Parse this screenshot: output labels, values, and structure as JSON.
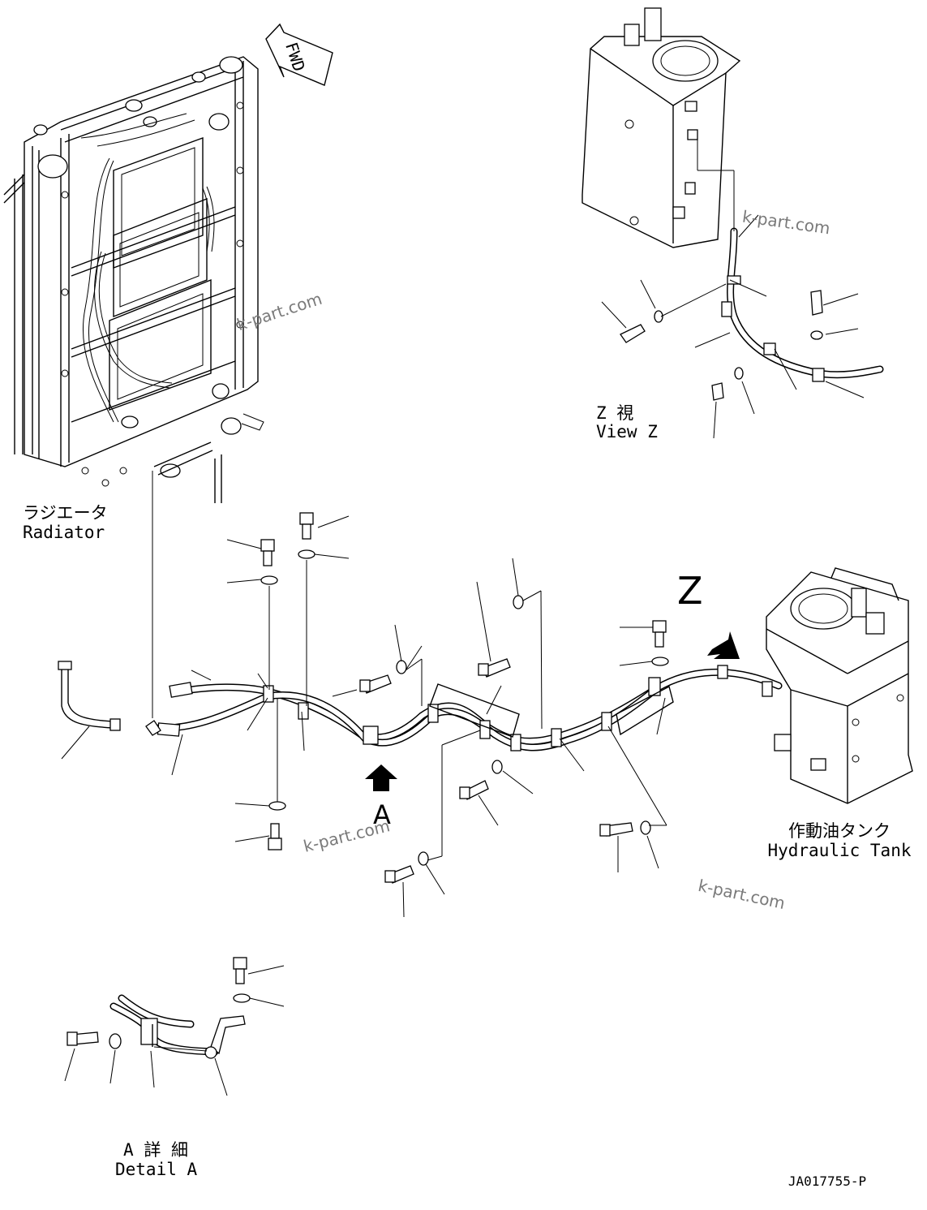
{
  "labels": {
    "fwd": "FWD",
    "radiator_jp": "ラジエータ",
    "radiator_en": "Radiator",
    "view_z_jp": "Z 視",
    "view_z_en": "View Z",
    "tank_jp": "作動油タンク",
    "tank_en": "Hydraulic Tank",
    "detail_jp": "A 詳 細",
    "detail_en": "Detail A",
    "view_letter_z": "Z",
    "view_letter_a": "A",
    "drawing_number": "JA017755-P"
  },
  "watermarks": [
    "k-part.com",
    "k-part.com",
    "k-part.com",
    "k-part.com"
  ]
}
